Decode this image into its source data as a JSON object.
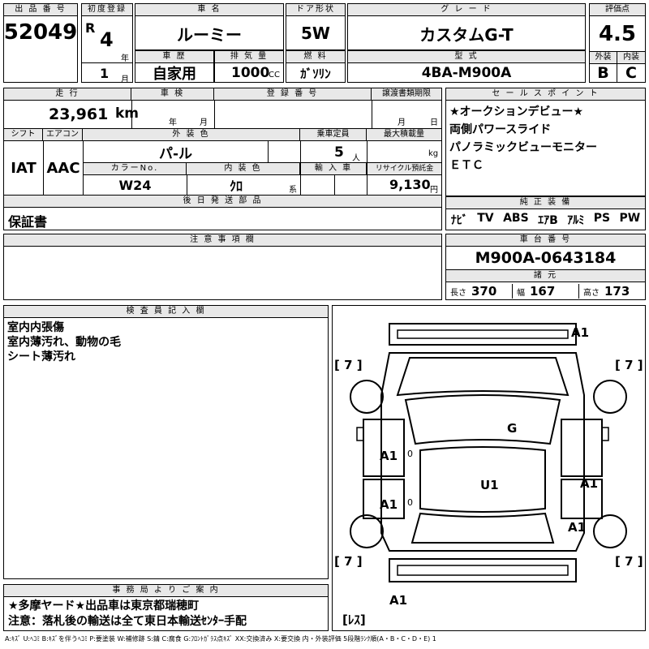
{
  "header": {
    "lot_no_label": "出 品 番 号",
    "lot_no": "52049",
    "first_reg_label": "初度登録",
    "era": "R",
    "year": "4",
    "year_unit": "年",
    "month": "1",
    "month_unit": "月",
    "car_name_label": "車 名",
    "car_name": "ルーミー",
    "history_label": "車 歴",
    "history": "自家用",
    "displacement_label": "排 気 量",
    "displacement": "1000",
    "displacement_unit": "CC",
    "door_label": "ドア形状",
    "door": "5W",
    "fuel_label": "燃 料",
    "fuel": "ｶﾞｿﾘﾝ",
    "grade_label": "グ レ ー ド",
    "grade": "カスタムG-T",
    "model_label": "型 式",
    "model": "4BA-M900A",
    "score_label": "評価点",
    "score": "4.5",
    "ext_label": "外装",
    "int_label": "内装",
    "ext": "B",
    "int": "C"
  },
  "specs": {
    "mileage_label": "走 行",
    "mileage": "23,961",
    "mileage_unit": "km",
    "inspection_label": "車 検",
    "inspection_year": "年",
    "inspection_month": "月",
    "reg_no_label": "登 録 番 号",
    "transfer_label": "譲渡書類期限",
    "transfer_month": "月",
    "transfer_day": "日",
    "shift_label": "シフト",
    "shift": "IAT",
    "ac_label": "エアコン",
    "ac": "AAC",
    "color_label": "外 装 色",
    "color": "パ-ル",
    "capacity_label": "乗車定員",
    "capacity": "5",
    "capacity_unit": "人",
    "load_label": "最大積載量",
    "load_unit": "kg",
    "color_no_label": "カラーNo.",
    "color_no": "W24",
    "interior_label": "内 装 色",
    "interior": "ｸﾛ",
    "interior_unit": "系",
    "import_label": "輸 入 車",
    "recycle_label": "リサイクル預託金",
    "recycle": "9,130",
    "recycle_unit": "円",
    "later_label": "後 日 発 送 部 品",
    "later": "保証書"
  },
  "sales": {
    "label": "セ ー ル ス ポ イ ン ト",
    "points": [
      "★オークションデビュー★",
      "両側パワースライド",
      "パノラミックビューモニター",
      "ＥＴＣ"
    ]
  },
  "equipment": {
    "label": "純 正 装 備",
    "items": [
      "ﾅﾋﾞ",
      "TV",
      "ABS",
      "ｴｱB",
      "ｱﾙﾐ",
      "PS",
      "PW"
    ]
  },
  "caution_label": "注 意 事 項 欄",
  "chassis": {
    "label": "車 台 番 号",
    "number": "M900A-0643184",
    "dims_label": "諸 元",
    "length_label": "長さ",
    "length": "370",
    "width_label": "幅",
    "width": "167",
    "height_label": "高さ",
    "height": "173"
  },
  "inspector": {
    "label": "検 査 員 記 入 欄",
    "notes": [
      "室内内張傷",
      "室内薄汚れ、動物の毛",
      "シート薄汚れ"
    ]
  },
  "diagram": {
    "tires": [
      "[ 7 ]",
      "[ 7 ]",
      "[ 7 ]",
      "[ 7 ]"
    ],
    "marks": [
      "A1",
      "G",
      "A1",
      "A1",
      "U1",
      "A1",
      "A1",
      "A1"
    ],
    "zero": "0",
    "spare": "[ﾚｽ]"
  },
  "office": {
    "label": "事 務 局 よ り ご 案 内",
    "lines": [
      "★多摩ヤード★出品車は東京都瑞穂町",
      "注意：落札後の輸送は全て東日本輸送ｾﾝﾀｰ手配"
    ]
  },
  "legend": "A:ｷｽﾞ  U:ﾍｺﾐ  B:ｷｽﾞを伴うﾍｺﾐ  P:要塗装  W:補修跡  S:錆  C:腐食  G:ﾌﾛﾝﾄｶﾞﾗｽ点ｷｽﾞ  XX:交換済み  X:要交換   内・外装評価  5段階ﾗﾝｸ順(A・B・C・D・E) 1"
}
